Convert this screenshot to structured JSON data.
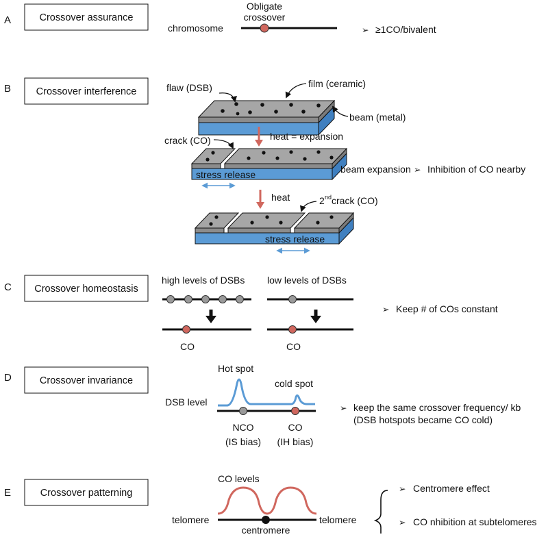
{
  "colors": {
    "red": "#d0675e",
    "blue": "#5b9bd5",
    "beam_blue": "#6fa8dc",
    "film_grey": "#a6a6a6",
    "node_grey": "#9a9a9a",
    "black": "#111111"
  },
  "panelA": {
    "letter": "A",
    "title": "Crossover assurance",
    "chromosome": "chromosome",
    "obligate_line1": "Obligate",
    "obligate_line2": "crossover",
    "bullet": "➢",
    "note": "≥1CO/bivalent"
  },
  "panelB": {
    "letter": "B",
    "title": "Crossover interference",
    "flaw": "flaw (DSB)",
    "film": "film (ceramic)",
    "beam": "beam (metal)",
    "heat_expansion": "heat = expansion",
    "crack": "crack (CO)",
    "stress_release": "stress release",
    "beam_expansion": "beam expansion",
    "bullet": "➢",
    "inhibition": "Inhibition of CO nearby",
    "heat": "heat",
    "second_crack_num": "2",
    "second_crack_sup": "nd",
    "second_crack_rest": " crack (CO)",
    "stress_release_2": "stress release"
  },
  "panelC": {
    "letter": "C",
    "title": "Crossover homeostasis",
    "high": "high levels of DSBs",
    "low": "low levels of DSBs",
    "co_left": "CO",
    "co_right": "CO",
    "bullet": "➢",
    "note": "Keep # of COs constant"
  },
  "panelD": {
    "letter": "D",
    "title": "Crossover invariance",
    "hot_spot": "Hot spot",
    "cold_spot": "cold spot",
    "dsb_level": "DSB level",
    "nco": "NCO",
    "is_bias": "(IS bias)",
    "co": "CO",
    "ih_bias": "(IH bias)",
    "bullet": "➢",
    "note_line1": "keep the same crossover frequency/ kb",
    "note_line2": "(DSB hotspots became CO cold)"
  },
  "panelE": {
    "letter": "E",
    "title": "Crossover patterning",
    "co_levels": "CO levels",
    "telomere_left": "telomere",
    "telomere_right": "telomere",
    "centromere": "centromere",
    "bullet": "➢",
    "note1": "Centromere effect",
    "note2": "CO nhibition at subtelomeres"
  }
}
